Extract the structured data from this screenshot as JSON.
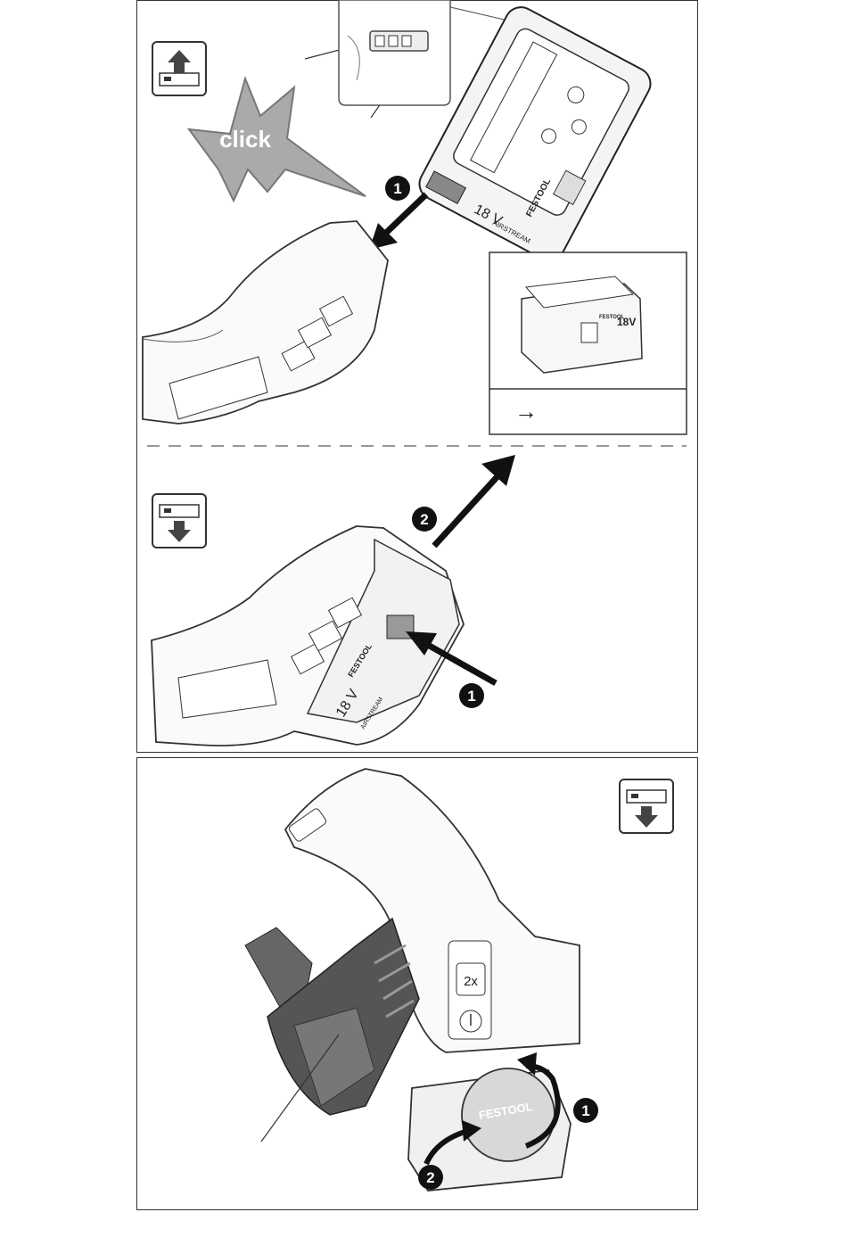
{
  "panel_top": {
    "click_label": "click",
    "step1": "1",
    "step2": "2",
    "battery_brand": "FESTOOL",
    "battery_voltage": "18 V",
    "battery_series": "AIRSTREAM",
    "inset_battery_voltage": "18V",
    "inset_battery_brand": "FESTOOL",
    "inset_arrow": "→",
    "insert_icon": "battery-insert-icon",
    "remove_icon": "battery-remove-icon"
  },
  "panel_bottom": {
    "step1": "1",
    "step2": "2",
    "button_label": "2x",
    "cap_brand": "FESTOOL",
    "remove_icon": "battery-remove-icon"
  }
}
